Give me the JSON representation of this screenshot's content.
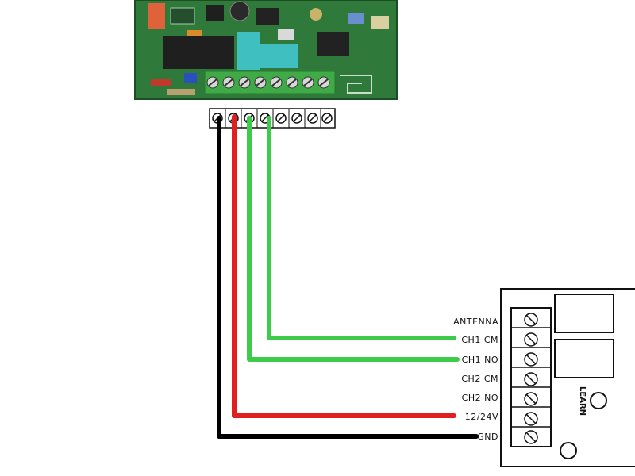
{
  "receiver_board": {
    "terminal_count": 8,
    "colors": {
      "pcb": "#2f7a3a",
      "connector": "#3faa46",
      "relay": "#3fbfbf"
    }
  },
  "wires": [
    {
      "name": "gnd-wire",
      "color": "#000000"
    },
    {
      "name": "power-wire",
      "color": "#e01f1f"
    },
    {
      "name": "ch1-no-wire",
      "color": "#3ccc4a"
    },
    {
      "name": "ch1-cm-wire",
      "color": "#3ccc4a"
    }
  ],
  "terminal_block": {
    "labels": [
      "ANTENNA",
      "CH1 CM",
      "CH1 NO",
      "CH2 CM",
      "CH2 NO",
      "12/24V",
      "GND"
    ],
    "learn_label": "LEARN"
  }
}
